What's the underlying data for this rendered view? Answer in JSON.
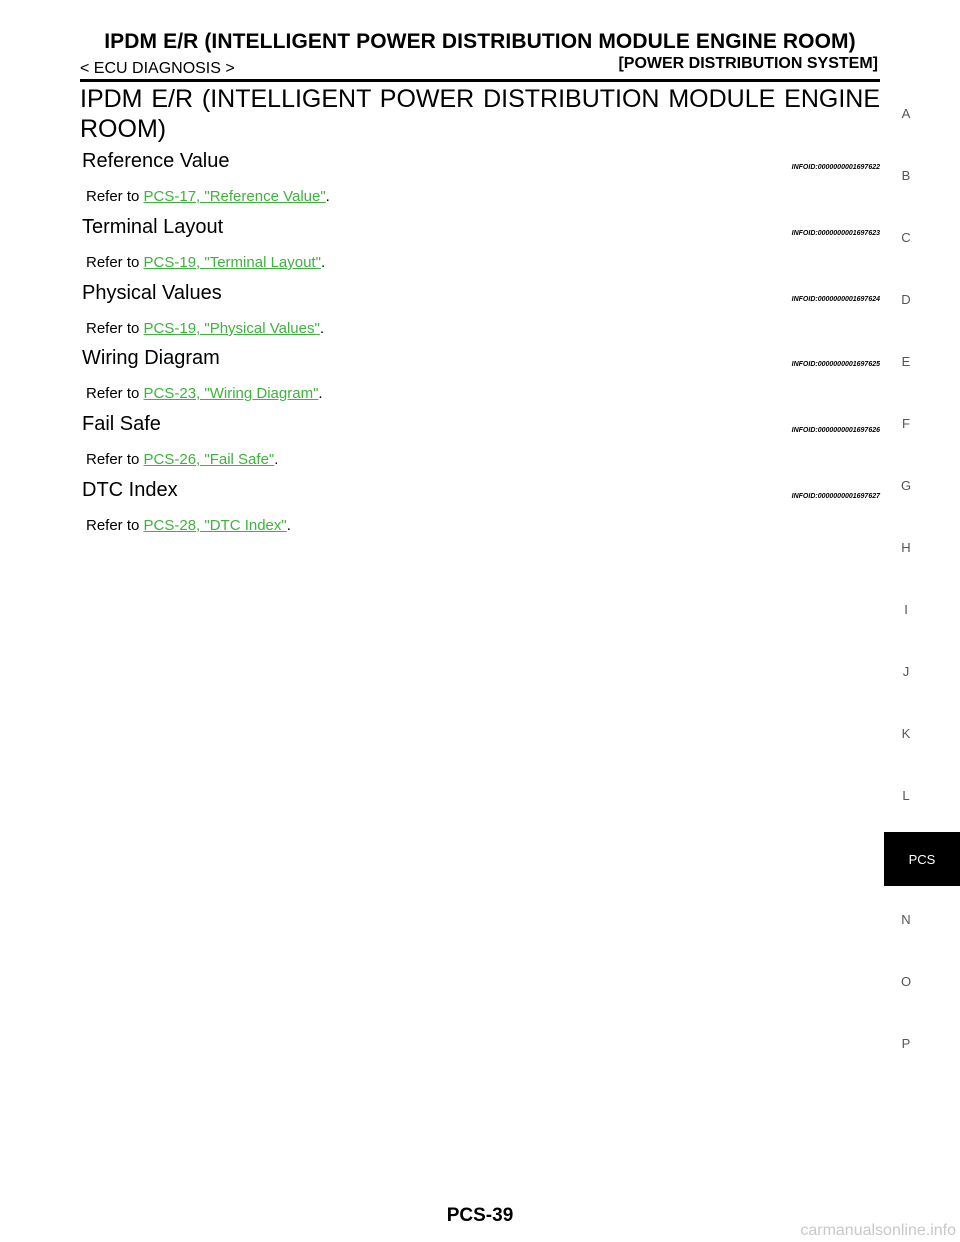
{
  "header": {
    "title": "IPDM E/R (INTELLIGENT POWER DISTRIBUTION MODULE ENGINE ROOM)",
    "left": "< ECU DIAGNOSIS >",
    "right": "[POWER DISTRIBUTION SYSTEM]"
  },
  "main_title": "IPDM E/R (INTELLIGENT POWER DISTRIBUTION MODULE ENGINE ROOM)",
  "sections": [
    {
      "title": "Reference Value",
      "infoid": "INFOID:0000000001697622",
      "prefix": "Refer to ",
      "link": "PCS-17, \"Reference Value\"",
      "suffix": "."
    },
    {
      "title": "Terminal Layout",
      "infoid": "INFOID:0000000001697623",
      "prefix": "Refer to ",
      "link": "PCS-19, \"Terminal Layout\"",
      "suffix": "."
    },
    {
      "title": "Physical Values",
      "infoid": "INFOID:0000000001697624",
      "prefix": "Refer to ",
      "link": "PCS-19, \"Physical Values\"",
      "suffix": "."
    },
    {
      "title": "Wiring Diagram",
      "infoid": "INFOID:0000000001697625",
      "prefix": "Refer to ",
      "link": "PCS-23, \"Wiring Diagram\"",
      "suffix": "."
    },
    {
      "title": "Fail  Safe",
      "infoid": "INFOID:0000000001697626",
      "prefix": "Refer to ",
      "link": "PCS-26, \"Fail  Safe\"",
      "suffix": "."
    },
    {
      "title": "DTC  Index",
      "infoid": "INFOID:0000000001697627",
      "prefix": "Refer to ",
      "link": "PCS-28, \"DTC  Index\"",
      "suffix": "."
    }
  ],
  "tab_index": {
    "letters": [
      "A",
      "B",
      "C",
      "D",
      "E",
      "F",
      "G",
      "H",
      "I",
      "J",
      "K",
      "L",
      "N",
      "O",
      "P"
    ],
    "active": "PCS"
  },
  "page_number": "PCS-39",
  "watermark": "carmanualsonline.info"
}
